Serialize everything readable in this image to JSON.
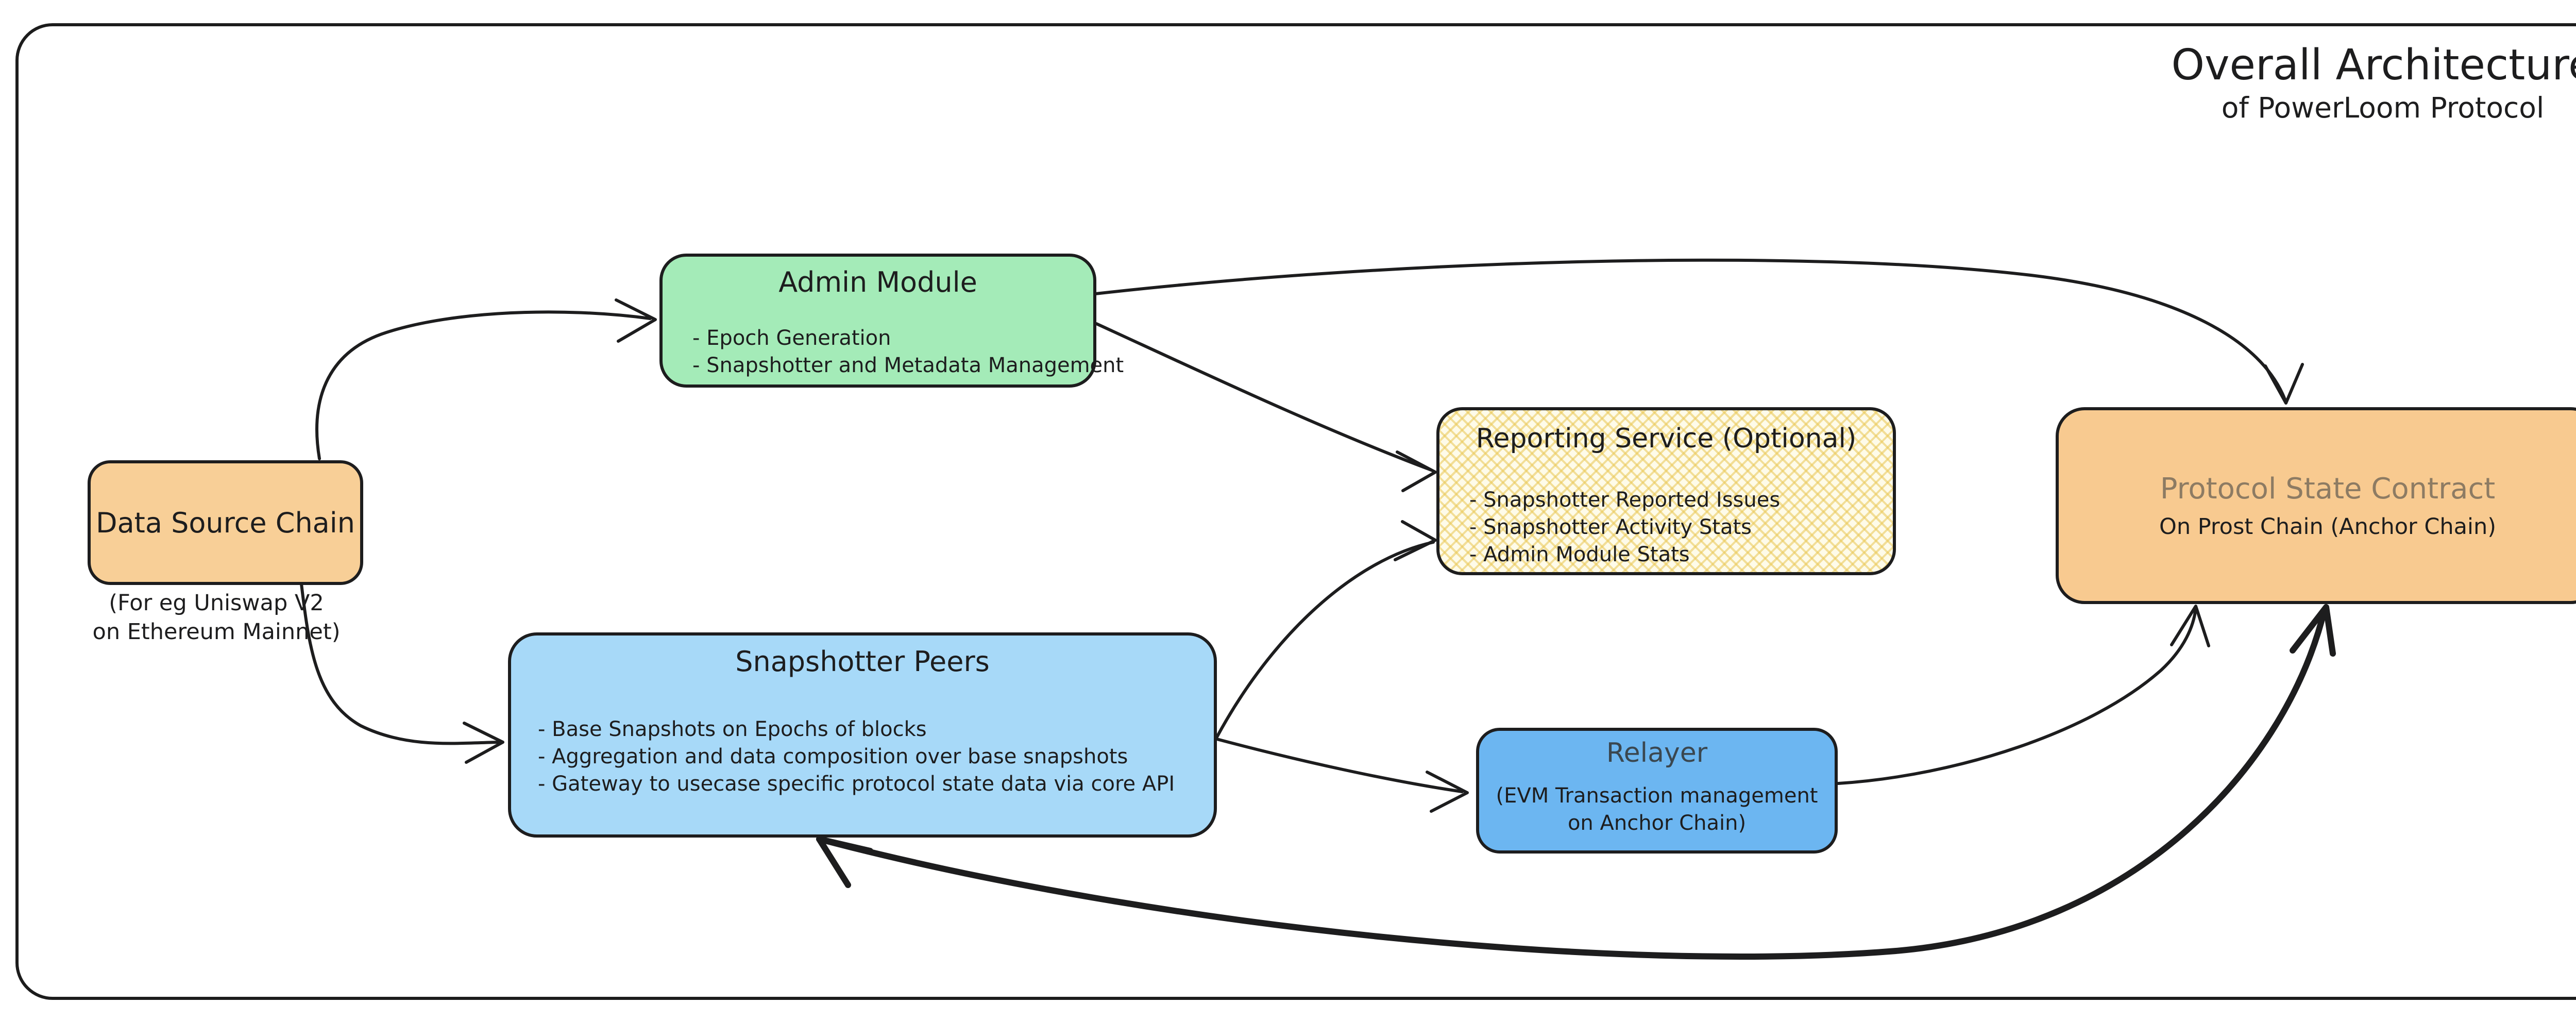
{
  "page_title": {
    "line1": "Overall Architecture",
    "line2": "of PowerLoom Protocol"
  },
  "nodes": {
    "data_source_chain": {
      "title": "Data Source Chain",
      "caption_line1": "(For eg Uniswap V2",
      "caption_line2": "on Ethereum Mainnet)",
      "fill": "#f8cf97"
    },
    "admin_module": {
      "title": "Admin Module",
      "bullets": [
        "- Epoch Generation",
        "- Snapshotter and Metadata Management"
      ],
      "fill": "#a4ebb8"
    },
    "reporting_service": {
      "title": "Reporting Service (Optional)",
      "bullets": [
        "- Snapshotter Reported Issues",
        "- Snapshotter Activity Stats",
        "- Admin Module Stats"
      ],
      "fill": "#fefbe9",
      "hatch_color": "#e9c754"
    },
    "snapshotter_peers": {
      "title": "Snapshotter Peers",
      "bullets": [
        "- Base Snapshots on Epochs of blocks",
        "- Aggregation and data composition over base snapshots",
        "- Gateway to usecase specific protocol state data via core API"
      ],
      "fill": "#a7d9f8"
    },
    "relayer": {
      "title": "Relayer",
      "sub_line1": "(EVM Transaction management",
      "sub_line2": "on Anchor Chain)",
      "fill": "#6cb6f1",
      "title_color": "#3a4750"
    },
    "protocol_state_contract": {
      "title": "Protocol State Contract",
      "subtitle": "On Prost Chain (Anchor Chain)",
      "fill": "#f8ca90",
      "title_color": "#8d7b63"
    }
  },
  "edges": [
    {
      "from": "Data Source Chain",
      "to": "Admin Module",
      "bidirectional": false
    },
    {
      "from": "Data Source Chain",
      "to": "Snapshotter Peers",
      "bidirectional": false
    },
    {
      "from": "Admin Module",
      "to": "Reporting Service (Optional)",
      "bidirectional": false
    },
    {
      "from": "Admin Module",
      "to": "Protocol State Contract",
      "bidirectional": false
    },
    {
      "from": "Snapshotter Peers",
      "to": "Reporting Service (Optional)",
      "bidirectional": false
    },
    {
      "from": "Snapshotter Peers",
      "to": "Relayer",
      "bidirectional": false
    },
    {
      "from": "Relayer",
      "to": "Protocol State Contract",
      "bidirectional": false
    },
    {
      "from": "Snapshotter Peers",
      "to": "Protocol State Contract",
      "bidirectional": true
    }
  ],
  "canvas": {
    "background": "#ffffff",
    "stroke": "#1d1d1e"
  }
}
